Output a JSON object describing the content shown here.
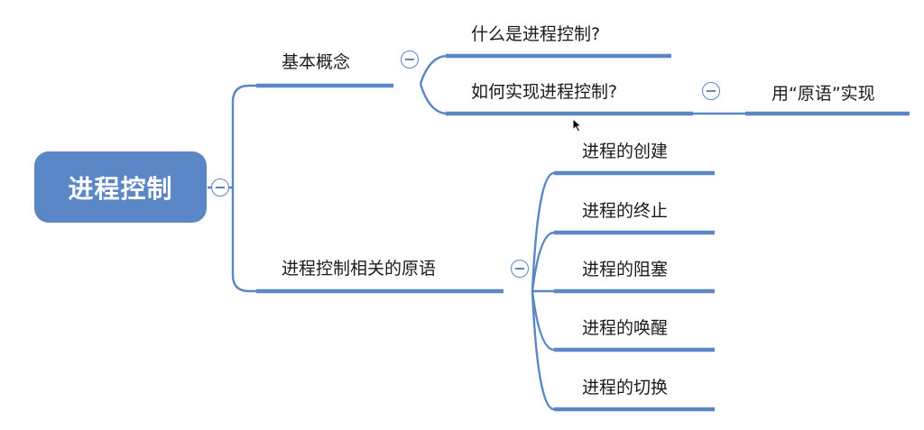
{
  "mindmap": {
    "root": {
      "label": "进程控制"
    },
    "branches": [
      {
        "label": "基本概念",
        "children": [
          {
            "label": "什么是进程控制?"
          },
          {
            "label": "如何实现进程控制?",
            "children": [
              {
                "label": "用“原语”实现"
              }
            ]
          }
        ]
      },
      {
        "label": "进程控制相关的原语",
        "children": [
          {
            "label": "进程的创建"
          },
          {
            "label": "进程的终止"
          },
          {
            "label": "进程的阻塞"
          },
          {
            "label": "进程的唤醒"
          },
          {
            "label": "进程的切换"
          }
        ]
      }
    ]
  },
  "colors": {
    "accent": "#5b87c6",
    "text": "#1a1a1a"
  },
  "icons": {
    "collapse": "minus-circle-icon",
    "cursor": "mouse-pointer-icon"
  }
}
